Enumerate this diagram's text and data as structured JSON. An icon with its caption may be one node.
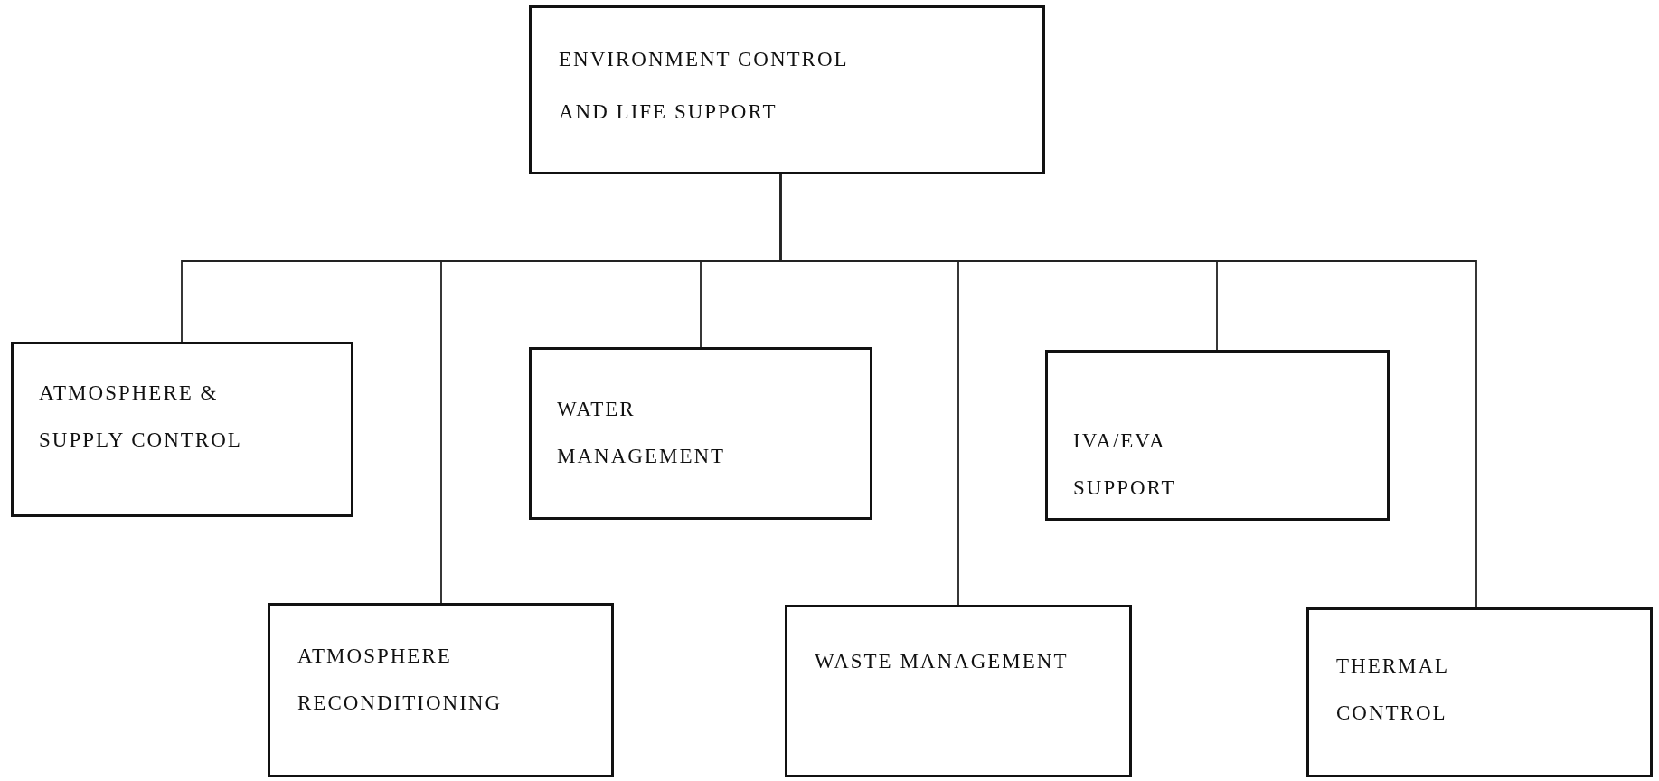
{
  "diagram": {
    "nodes": [
      {
        "text": [
          "ENVIRONMENT CONTROL AND LIFE SUPPORT"
        ]
      },
      {
        "text": [
          "ATMOSPHERE & SUPPLY CONTROL"
        ]
      },
      {
        "text": [
          "WATER MANAGEMENT"
        ]
      },
      {
        "text": [
          "IVA/EVA SUPPORT"
        ]
      },
      {
        "text": [
          "ATMOSPHERE RECONDITIONING"
        ]
      },
      {
        "text": [
          "WASTE MANAGEMENT"
        ]
      },
      {
        "text": [
          "THERMAL CONTROL"
        ]
      }
    ],
    "edges": [
      {
        "from": 0,
        "to": 1,
        "arrow": "none"
      },
      {
        "from": 0,
        "to": 4,
        "arrow": "none"
      },
      {
        "from": 0,
        "to": 2,
        "arrow": "none"
      },
      {
        "from": 0,
        "to": 5,
        "arrow": "none"
      },
      {
        "from": 0,
        "to": 3,
        "arrow": "none"
      },
      {
        "from": 0,
        "to": 6,
        "arrow": "none"
      }
    ]
  }
}
